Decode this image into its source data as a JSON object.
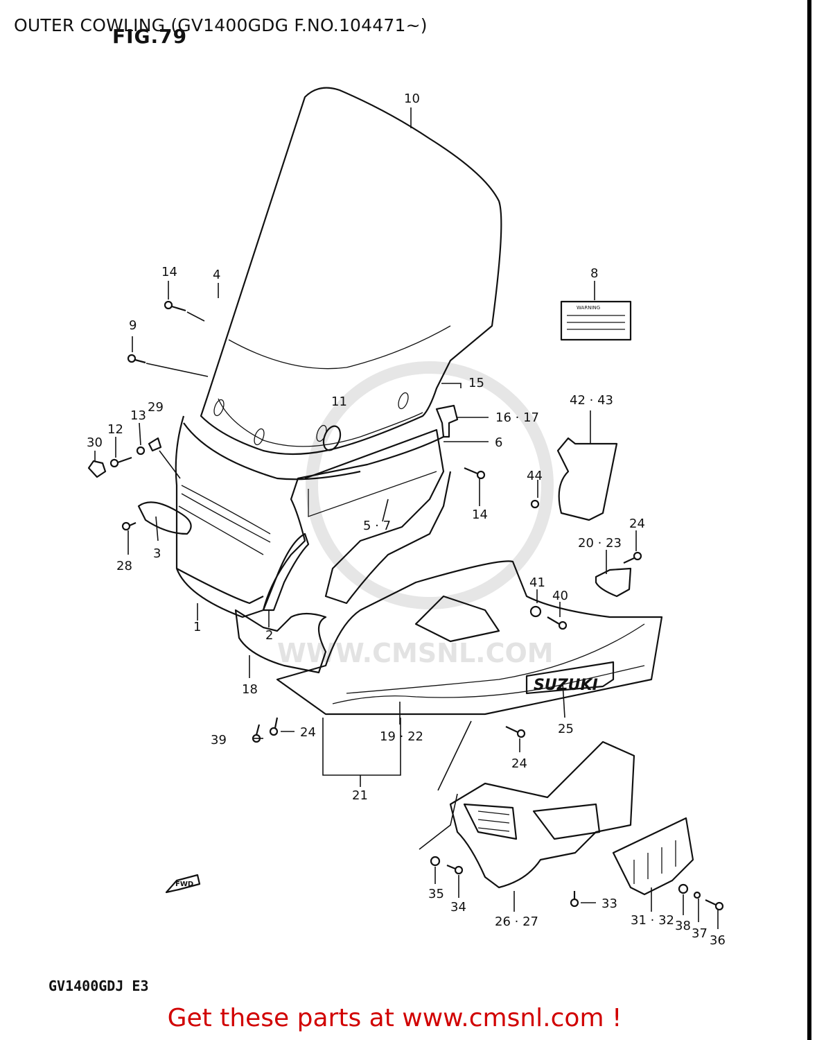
{
  "title": "OUTER COWLING (GV1400GDG F.NO.104471~)",
  "figure": "FIG.79",
  "model_code": "GV1400GDJ E3",
  "footer": "Get these parts at www.cmsnl.com !",
  "watermark": "WWW.CMSNL.COM",
  "decals": {
    "brand": "SUZUKI",
    "fwd": "FWD",
    "warning": "WARNING"
  },
  "callouts": {
    "c1": "1",
    "c2": "2",
    "c3": "3",
    "c4": "4",
    "c5_7": "5 · 7",
    "c6": "6",
    "c8": "8",
    "c9": "9",
    "c10": "10",
    "c11": "11",
    "c12": "12",
    "c13": "13",
    "c14a": "14",
    "c14b": "14",
    "c15": "15",
    "c16_17": "16 · 17",
    "c18": "18",
    "c19_22": "19 · 22",
    "c20_23": "20 · 23",
    "c21": "21",
    "c24a": "24",
    "c24b": "24",
    "c24c": "24",
    "c25": "25",
    "c26_27": "26 · 27",
    "c28": "28",
    "c29": "29",
    "c30": "30",
    "c31_32": "31 · 32",
    "c33": "33",
    "c34": "34",
    "c35": "35",
    "c36": "36",
    "c37": "37",
    "c38": "38",
    "c39": "39",
    "c40": "40",
    "c41": "41",
    "c42_43": "42 · 43",
    "c44": "44"
  },
  "colors": {
    "footer_text": "#d10000",
    "line": "#111111",
    "watermark": "#e6e6e6"
  }
}
